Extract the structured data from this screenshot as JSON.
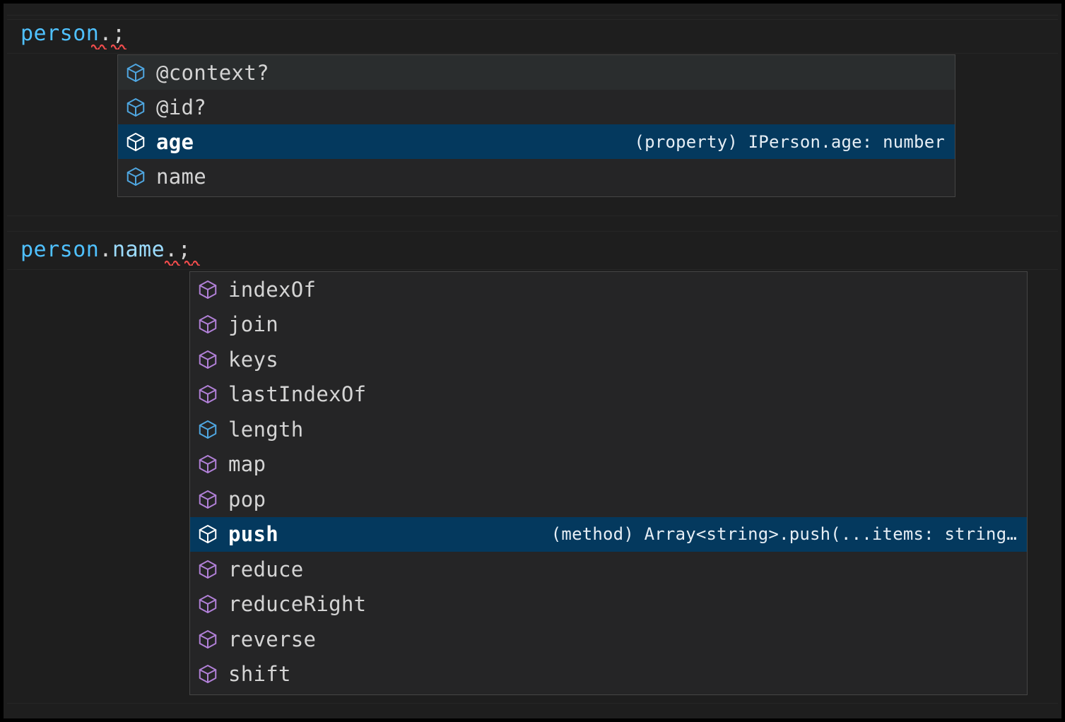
{
  "editor": {
    "theme_background": "#1e1e1e",
    "lines": [
      {
        "id": "line-1",
        "text": "person.;",
        "tokens": [
          {
            "text": "person",
            "kind": "variable",
            "color": "#4fc1ff"
          },
          {
            "text": ".",
            "kind": "punctuation",
            "color": "#d4d4d4"
          },
          {
            "text": ";",
            "kind": "punctuation",
            "color": "#d4d4d4"
          }
        ],
        "has_error_squiggle": true
      },
      {
        "id": "line-2",
        "text": "person.name.;",
        "tokens": [
          {
            "text": "person",
            "kind": "variable",
            "color": "#4fc1ff"
          },
          {
            "text": ".",
            "kind": "punctuation",
            "color": "#d4d4d4"
          },
          {
            "text": "name",
            "kind": "property",
            "color": "#9cdcfe"
          },
          {
            "text": ".",
            "kind": "punctuation",
            "color": "#d4d4d4"
          },
          {
            "text": ";",
            "kind": "punctuation",
            "color": "#d4d4d4"
          }
        ],
        "has_error_squiggle": true
      }
    ]
  },
  "colors": {
    "popup_background": "#252526",
    "popup_border": "#454545",
    "row_hover": "#2a2d2e",
    "row_selected": "#04395e",
    "icon_property_blue": "#4fa6e0",
    "icon_method_purple": "#b180d7",
    "icon_selected_white": "#ffffff",
    "squiggle_error": "#f14c4c",
    "text_default": "#d4d4d4"
  },
  "suggest_person": {
    "name": "suggestion-widget-person",
    "items": [
      {
        "label": "@context?",
        "icon": "cube-property-icon",
        "icon_color": "#4fa6e0",
        "detail": "",
        "state": "hover"
      },
      {
        "label": "@id?",
        "icon": "cube-property-icon",
        "icon_color": "#4fa6e0",
        "detail": "",
        "state": "normal"
      },
      {
        "label": "age",
        "icon": "cube-property-icon",
        "icon_color": "#ffffff",
        "detail": "(property) IPerson.age: number",
        "state": "selected"
      },
      {
        "label": "name",
        "icon": "cube-property-icon",
        "icon_color": "#4fa6e0",
        "detail": "",
        "state": "normal"
      }
    ]
  },
  "suggest_name": {
    "name": "suggestion-widget-name",
    "items": [
      {
        "label": "indexOf",
        "icon": "cube-method-icon",
        "icon_color": "#b180d7",
        "detail": "",
        "state": "normal"
      },
      {
        "label": "join",
        "icon": "cube-method-icon",
        "icon_color": "#b180d7",
        "detail": "",
        "state": "normal"
      },
      {
        "label": "keys",
        "icon": "cube-method-icon",
        "icon_color": "#b180d7",
        "detail": "",
        "state": "normal"
      },
      {
        "label": "lastIndexOf",
        "icon": "cube-method-icon",
        "icon_color": "#b180d7",
        "detail": "",
        "state": "normal"
      },
      {
        "label": "length",
        "icon": "cube-property-icon",
        "icon_color": "#4fa6e0",
        "detail": "",
        "state": "normal"
      },
      {
        "label": "map",
        "icon": "cube-method-icon",
        "icon_color": "#b180d7",
        "detail": "",
        "state": "normal"
      },
      {
        "label": "pop",
        "icon": "cube-method-icon",
        "icon_color": "#b180d7",
        "detail": "",
        "state": "normal"
      },
      {
        "label": "push",
        "icon": "cube-method-icon",
        "icon_color": "#ffffff",
        "detail": "(method) Array<string>.push(...items: string…",
        "state": "selected"
      },
      {
        "label": "reduce",
        "icon": "cube-method-icon",
        "icon_color": "#b180d7",
        "detail": "",
        "state": "normal"
      },
      {
        "label": "reduceRight",
        "icon": "cube-method-icon",
        "icon_color": "#b180d7",
        "detail": "",
        "state": "normal"
      },
      {
        "label": "reverse",
        "icon": "cube-method-icon",
        "icon_color": "#b180d7",
        "detail": "",
        "state": "normal"
      },
      {
        "label": "shift",
        "icon": "cube-method-icon",
        "icon_color": "#b180d7",
        "detail": "",
        "state": "normal"
      }
    ]
  }
}
